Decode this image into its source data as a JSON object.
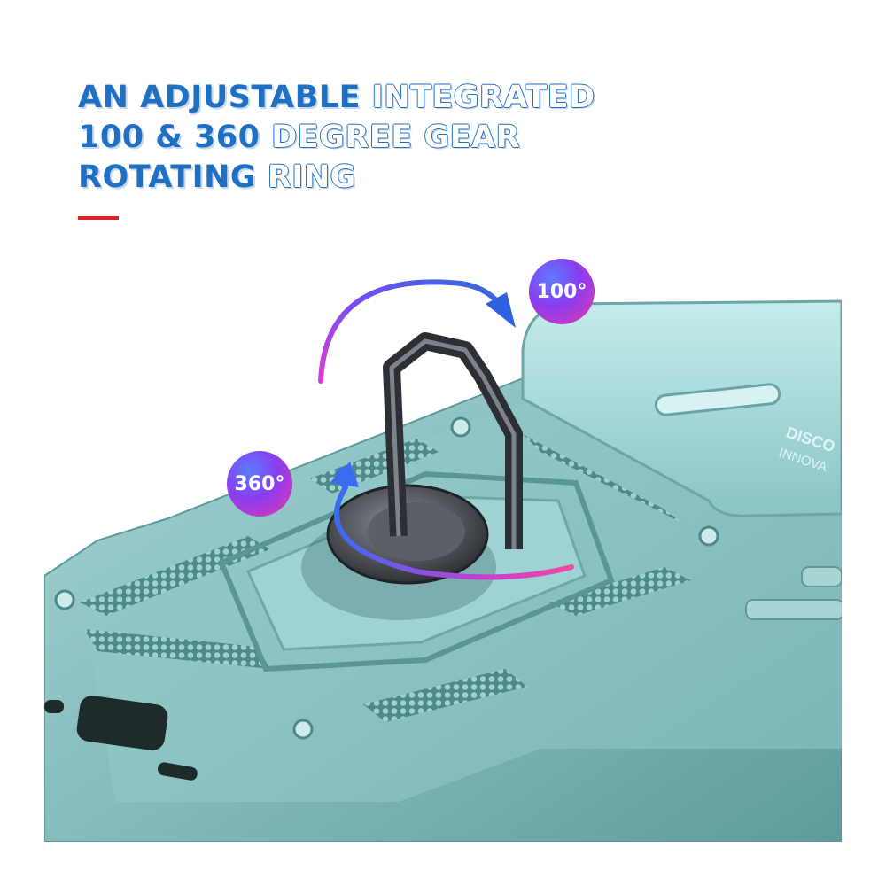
{
  "headline": {
    "line1": {
      "accent": "AN ADJUSTABLE",
      "rest": " INTEGRATED"
    },
    "line2": {
      "accent": "100 & 360",
      "rest": " DEGREE GEAR"
    },
    "line3": {
      "accent": "ROTATING",
      "rest": " RING"
    }
  },
  "badges": {
    "top": "100°",
    "side": "360°"
  },
  "case_text": {
    "line1": "DISCO",
    "line2": "INNOVA"
  },
  "colors": {
    "accent_blue": "#1f6fc2",
    "rule_red": "#e02020",
    "case_teal": "#7fb9b9",
    "ring_dark": "#3a3d42"
  }
}
